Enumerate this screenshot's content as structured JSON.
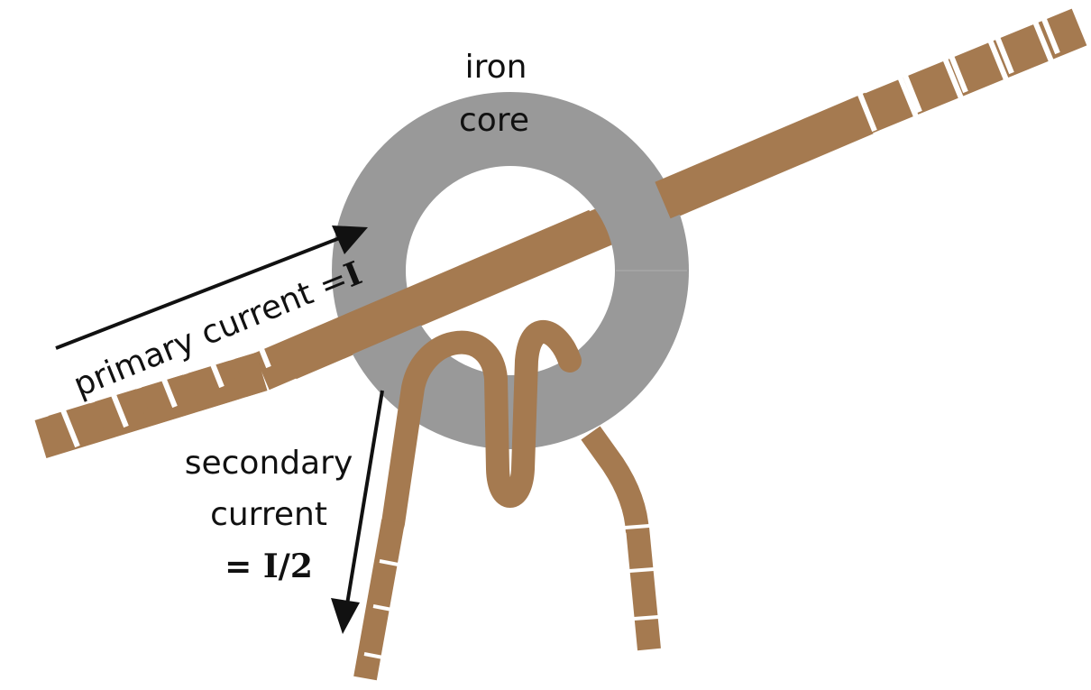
{
  "labels": {
    "core_line1": "iron",
    "core_line2": "core",
    "primary_text": "primary current =",
    "primary_symbol": "I",
    "secondary_line1": "secondary",
    "secondary_line2": "current",
    "secondary_eq_prefix": "= ",
    "secondary_eq_value": "I/2"
  },
  "colors": {
    "wire": "#a57a50",
    "core": "#999999",
    "text": "#111111",
    "background": "#ffffff",
    "segment_gap": "#ffffff"
  }
}
